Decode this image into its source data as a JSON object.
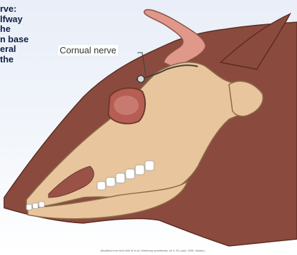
{
  "side_text": [
    "rve:",
    "lfway",
    "he",
    "n base",
    "eral",
    "the"
  ],
  "labels": {
    "cornual_nerve": "Cornual nerve"
  },
  "caption": "(Modified from Muir WW III et al: Veterinary anesthesia, ed 3, St Louis, 2000, Mosby.)",
  "colors": {
    "skin": "#8a4b3e",
    "skin_dark": "#6e372c",
    "bone": "#e8c59c",
    "horn": "#e0988a",
    "teeth": "#ffffff",
    "nerve": "#404040"
  }
}
